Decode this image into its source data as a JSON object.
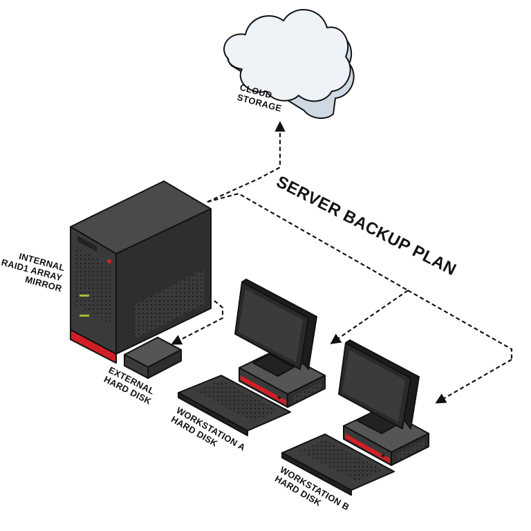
{
  "diagram": {
    "title": "SERVER BACKUP PLAN",
    "labels": {
      "cloud": [
        "CLOUD",
        "STORAGE"
      ],
      "raid": [
        "INTERNAL",
        "RAID1 ARRAY",
        "MIRROR"
      ],
      "external": [
        "EXTERNAL",
        "HARD DISK"
      ],
      "workstation_a": [
        "WORKSTATION A",
        "HARD DISK"
      ],
      "workstation_b": [
        "WORKSTATION B",
        "HARD DISK"
      ]
    },
    "colors": {
      "accent_red": "#d11f26",
      "body_dark": "#3a3a3a",
      "body_top": "#4a4a4a",
      "cloud_fill": "#eef3f8",
      "line": "#111111"
    }
  }
}
